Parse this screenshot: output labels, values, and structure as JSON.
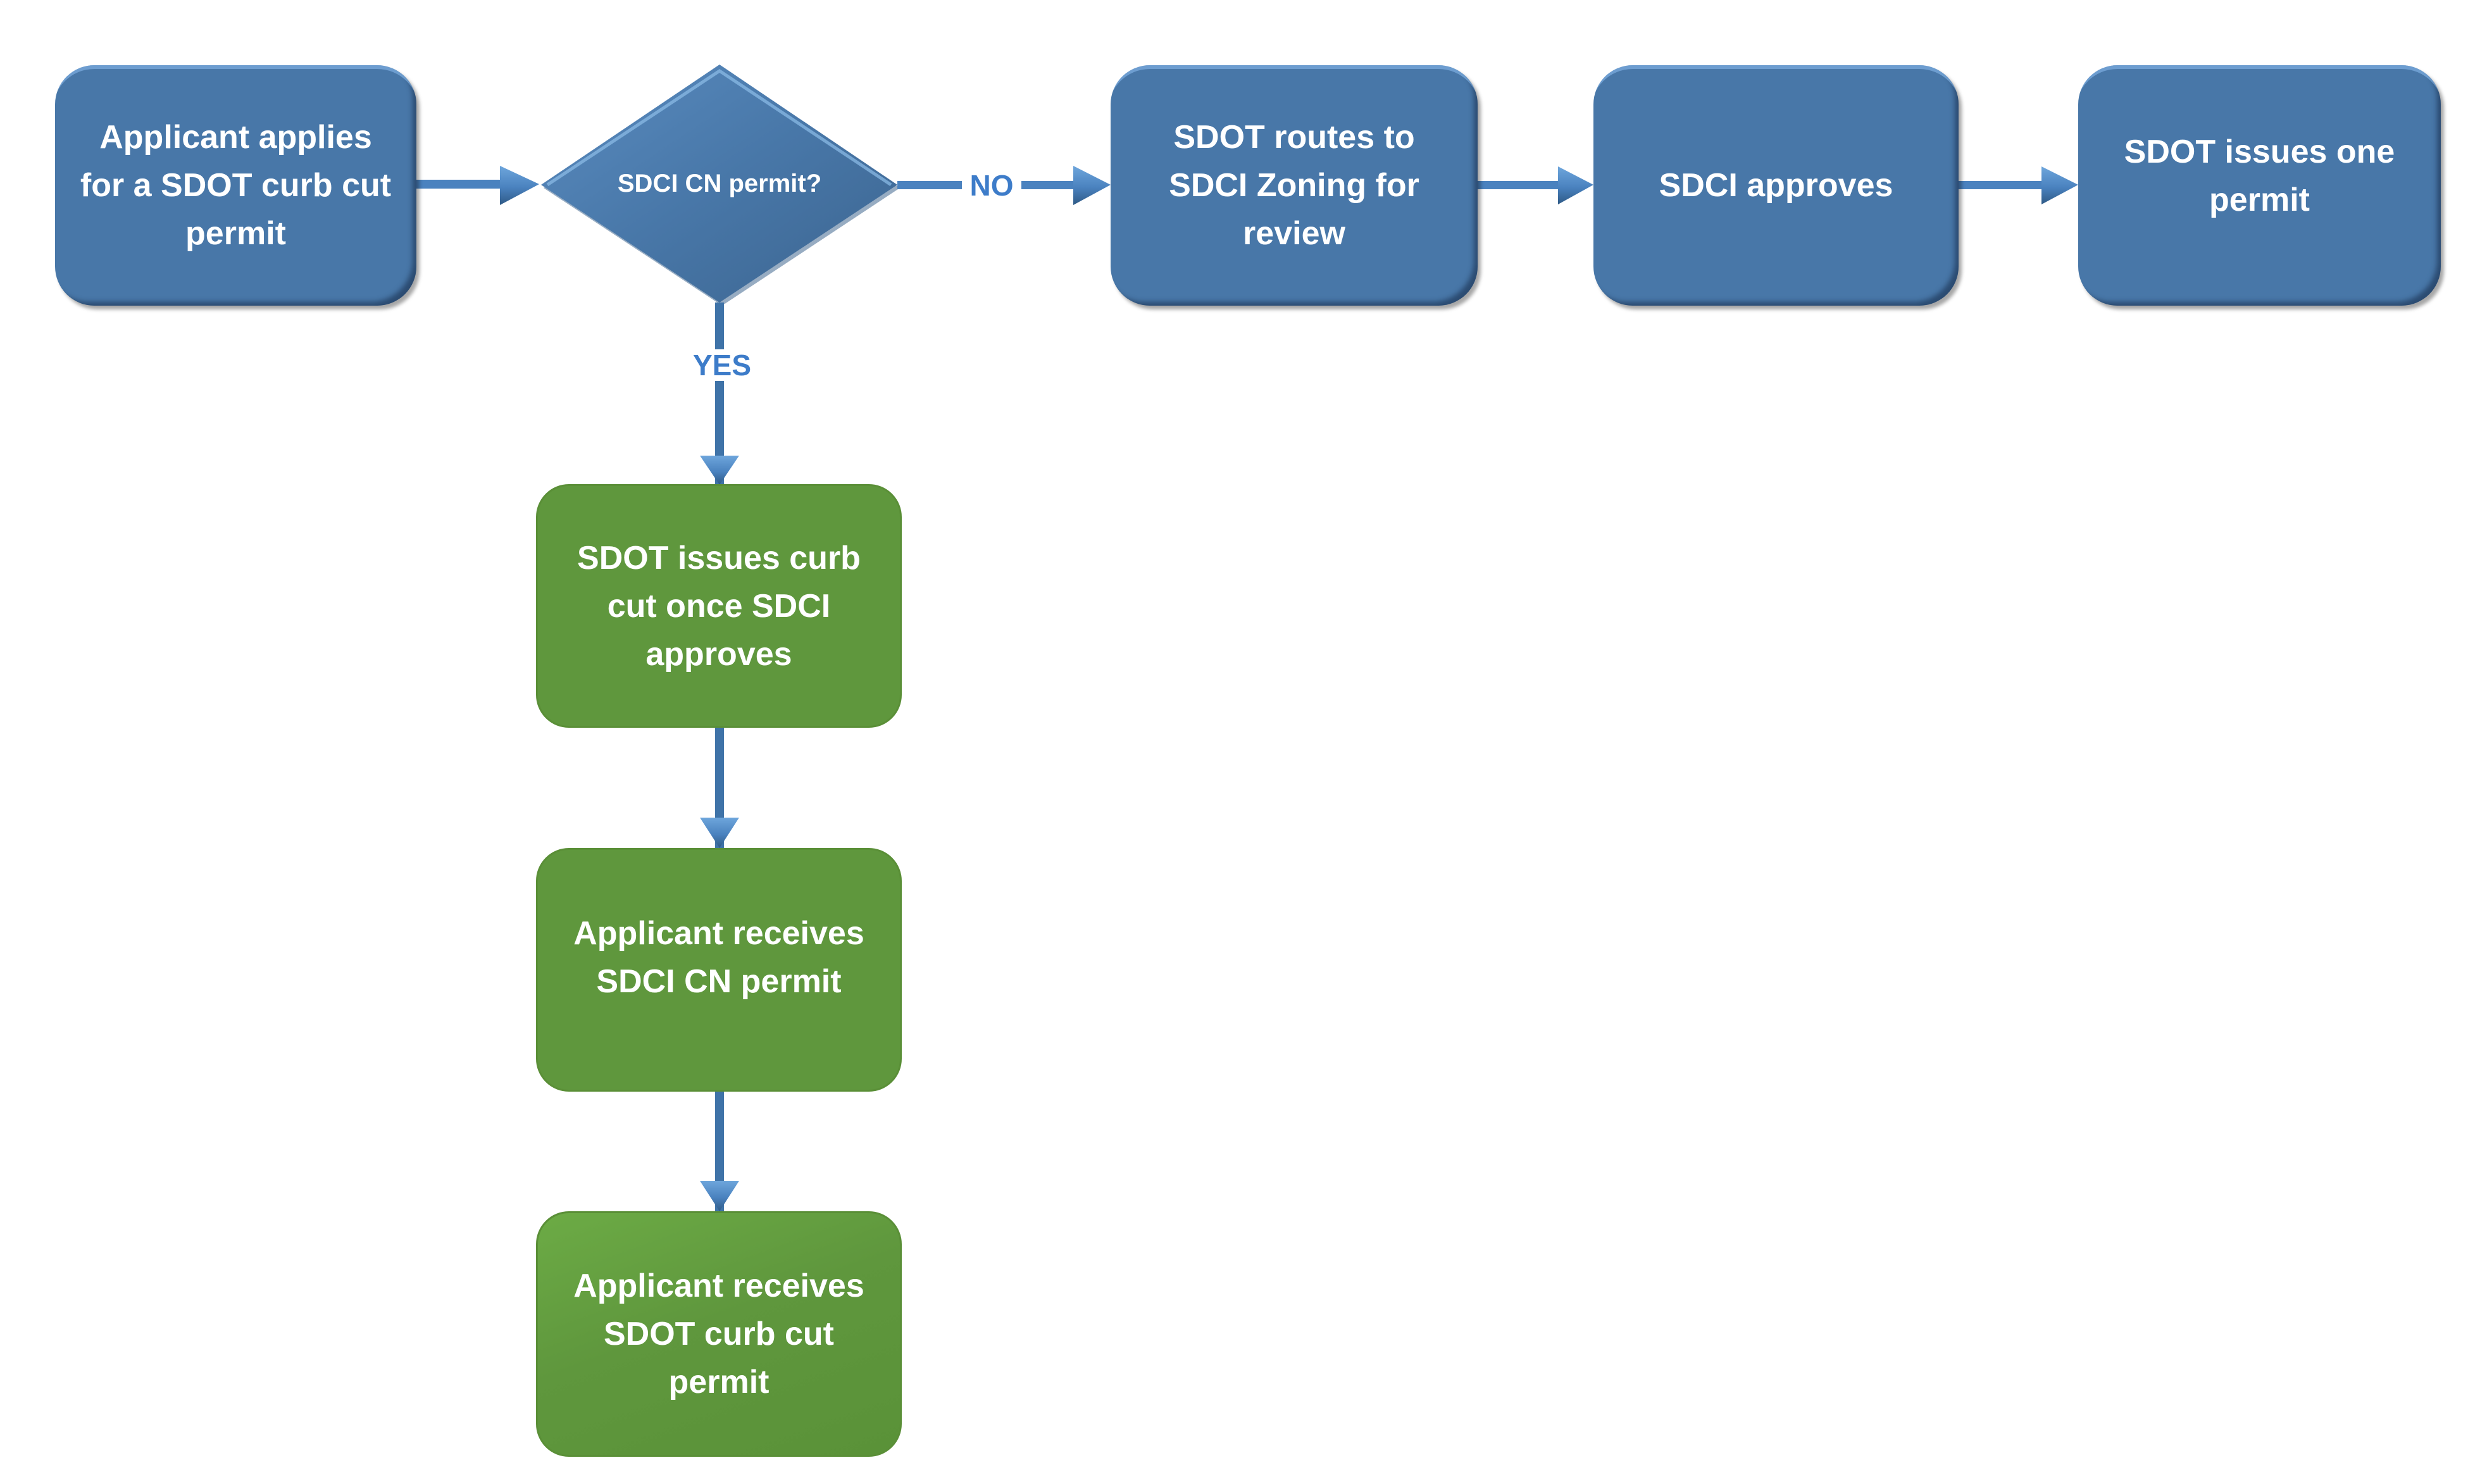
{
  "diagram": {
    "colors": {
      "blue_node": "#4877a8",
      "green_node": "#5f973d",
      "connector": "#4a82bf",
      "label_text": "#3d7cc9",
      "node_text": "#ffffff"
    },
    "nodes": [
      {
        "id": "apply",
        "shape": "rounded-rect",
        "color": "blue",
        "text": "Applicant applies\nfor a SDOT curb cut\npermit"
      },
      {
        "id": "decision",
        "shape": "diamond",
        "color": "blue",
        "text": "SDCI CN permit?"
      },
      {
        "id": "route",
        "shape": "rounded-rect",
        "color": "blue",
        "text": "SDOT routes to\nSDCI Zoning for\nreview"
      },
      {
        "id": "sdci-approves",
        "shape": "rounded-rect",
        "color": "blue",
        "text": "SDCI approves"
      },
      {
        "id": "one-permit",
        "shape": "rounded-rect",
        "color": "blue",
        "text": "SDOT issues one\npermit"
      },
      {
        "id": "issues-curb-cut",
        "shape": "rounded-rect",
        "color": "green",
        "text": "SDOT issues curb\ncut once SDCI\napproves"
      },
      {
        "id": "receives-cn",
        "shape": "rounded-rect",
        "color": "green",
        "text": "Applicant receives\nSDCI CN permit"
      },
      {
        "id": "receives-curb-cut",
        "shape": "rounded-rect",
        "color": "green",
        "text": "Applicant receives\nSDOT curb cut\npermit"
      }
    ],
    "edges": [
      {
        "from": "apply",
        "to": "decision",
        "label": ""
      },
      {
        "from": "decision",
        "to": "route",
        "label": "NO"
      },
      {
        "from": "route",
        "to": "sdci-approves",
        "label": ""
      },
      {
        "from": "sdci-approves",
        "to": "one-permit",
        "label": ""
      },
      {
        "from": "decision",
        "to": "issues-curb-cut",
        "label": "YES"
      },
      {
        "from": "issues-curb-cut",
        "to": "receives-cn",
        "label": ""
      },
      {
        "from": "receives-cn",
        "to": "receives-curb-cut",
        "label": ""
      }
    ]
  }
}
